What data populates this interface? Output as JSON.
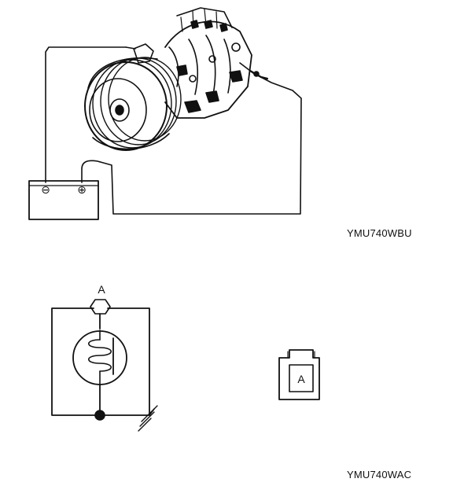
{
  "figure_top": {
    "code": "YMU740WBU",
    "battery": {
      "neg_symbol": "⊖",
      "pos_symbol": "⊕"
    }
  },
  "figure_bottom": {
    "code": "YMU740WAC",
    "schematic_terminal": "A",
    "connector_terminal": "A"
  }
}
